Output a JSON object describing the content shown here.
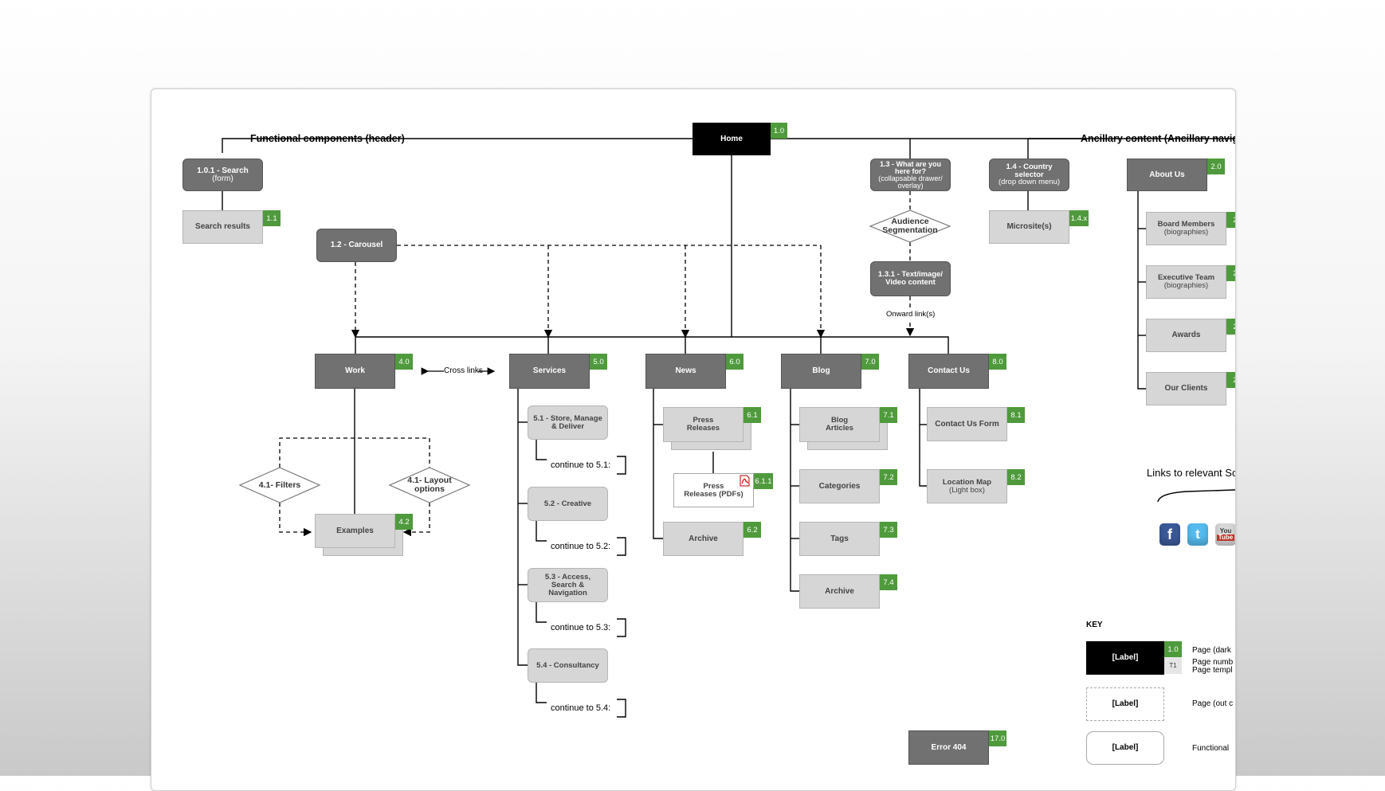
{
  "colors": {
    "page": "#717171",
    "home": "#000000",
    "sub": "#d6d6d6",
    "badge": "#4f9a3c",
    "connector": "#000000"
  },
  "headings": {
    "functional": "Functional components (header)",
    "ancillary": "Ancillary content (Ancillary naviga"
  },
  "home": {
    "label": "Home",
    "num": "1.0"
  },
  "header": {
    "search": {
      "title": "1.0.1 - Search",
      "sub": "(form)"
    },
    "search_results": {
      "label": "Search results",
      "num": "1.1"
    },
    "carousel": {
      "label": "1.2 - Carousel"
    },
    "audience_q": {
      "l1": "1.3 - What are you",
      "l2": "here for?",
      "l3": "(collapsable drawer/",
      "l4": "overlay)"
    },
    "audience_seg": {
      "l1": "Audience",
      "l2": "Segmentation"
    },
    "text_video": {
      "l1": "1.3.1 - Text/image/",
      "l2": "Video content"
    },
    "onward": "Onward link(s)",
    "country": {
      "l1": "1.4 - Country",
      "l2": "selector",
      "l3": "(drop down menu)"
    },
    "microsites": {
      "label": "Microsite(s)",
      "num": "1.4.x"
    }
  },
  "about": {
    "label": "About Us",
    "num": "2.0",
    "children": [
      {
        "l1": "Board Members",
        "l2": "(biographies)",
        "num": "2"
      },
      {
        "l1": "Executive Team",
        "l2": "(biographies)",
        "num": "2"
      },
      {
        "l1": "Awards",
        "l2": "",
        "num": "2"
      },
      {
        "l1": "Our Clients",
        "l2": "",
        "num": "2"
      }
    ]
  },
  "links_social": "Links to relevant Sc",
  "social_icons": [
    "facebook-icon",
    "twitter-icon",
    "youtube-icon"
  ],
  "social_glyphs": {
    "facebook": "f",
    "twitter": "t",
    "youtube_top": "You",
    "youtube_bottom": "Tube"
  },
  "work": {
    "label": "Work",
    "num": "4.0",
    "cross_links": "Cross links",
    "filters": "4.1- Filters",
    "layout": {
      "l1": "4.1- Layout",
      "l2": "options"
    },
    "examples": {
      "label": "Examples",
      "num": "4.2"
    }
  },
  "services": {
    "label": "Services",
    "num": "5.0",
    "children": [
      {
        "l1": "5.1 - Store, Manage",
        "l2": "& Deliver",
        "l3": "",
        "cont": "continue to 5.1:"
      },
      {
        "l1": "5.2 - Creative",
        "l2": "",
        "l3": "",
        "cont": "continue to 5.2:"
      },
      {
        "l1": "5.3 - Access,",
        "l2": "Search &",
        "l3": "Navigation",
        "cont": "continue to 5.3:"
      },
      {
        "l1": "5.4 - Consultancy",
        "l2": "",
        "l3": "",
        "cont": "continue to 5.4:"
      }
    ]
  },
  "news": {
    "label": "News",
    "num": "6.0",
    "press": {
      "l1": "Press",
      "l2": "Releases",
      "num": "6.1"
    },
    "pdf": {
      "l1": "Press",
      "l2": "Releases (PDFs)",
      "num": "6.1.1"
    },
    "archive": {
      "label": "Archive",
      "num": "6.2"
    }
  },
  "blog": {
    "label": "Blog",
    "num": "7.0",
    "articles": {
      "l1": "Blog",
      "l2": "Articles",
      "num": "7.1"
    },
    "categories": {
      "label": "Categories",
      "num": "7.2"
    },
    "tags": {
      "label": "Tags",
      "num": "7.3"
    },
    "archive": {
      "label": "Archive",
      "num": "7.4"
    }
  },
  "contact": {
    "label": "Contact Us",
    "num": "8.0",
    "form": {
      "label": "Contact Us Form",
      "num": "8.1"
    },
    "map": {
      "l1": "Location Map",
      "l2": "(Light box)",
      "num": "8.2"
    }
  },
  "error": {
    "label": "Error 404",
    "num": "17.0"
  },
  "key": {
    "title": "KEY",
    "sample": "[Label]",
    "num": "1.0",
    "template": "T1",
    "desc_page": "Page (dark",
    "desc_num": "Page numb",
    "desc_tpl": "Page templ",
    "desc_out": "Page (out c",
    "desc_func": "Functional"
  }
}
